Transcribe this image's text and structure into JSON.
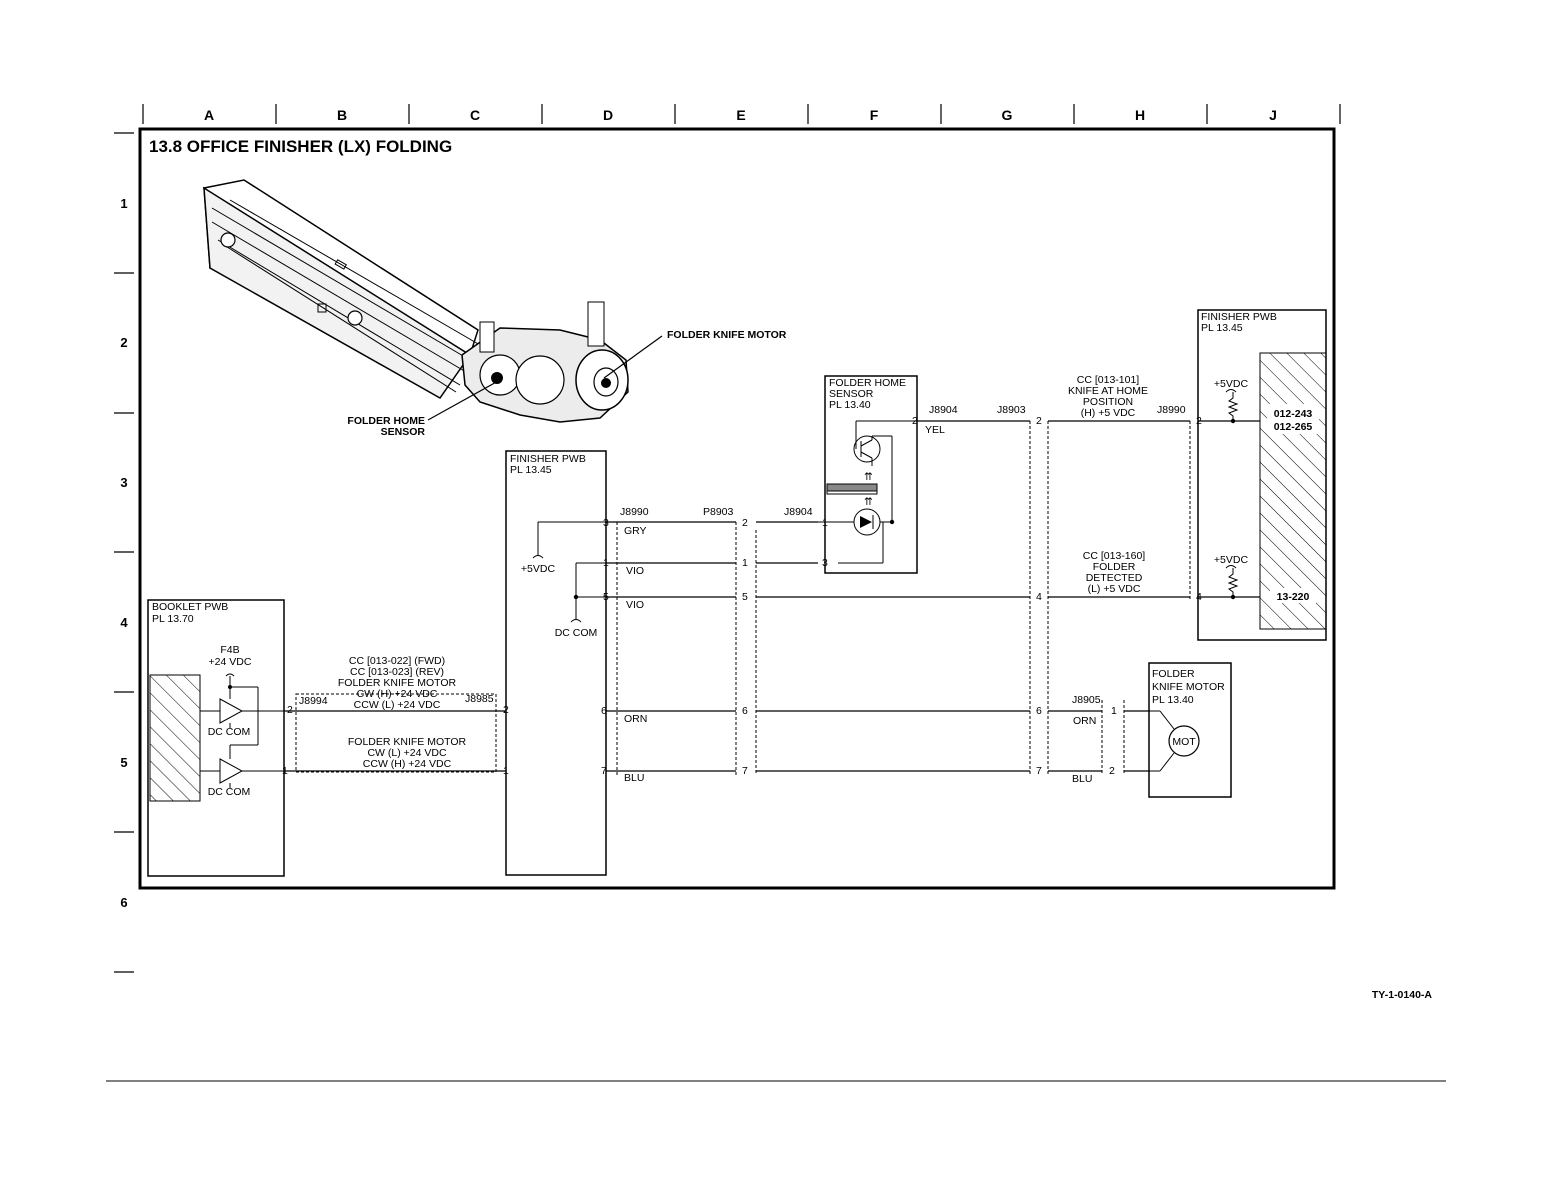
{
  "title": "13.8 OFFICE FINISHER (LX) FOLDING",
  "columns": [
    "A",
    "B",
    "C",
    "D",
    "E",
    "F",
    "G",
    "H",
    "J"
  ],
  "rows": [
    "1",
    "2",
    "3",
    "4",
    "5",
    "6"
  ],
  "footer_code": "TY-1-0140-A",
  "callouts": {
    "folder_knife_motor": "FOLDER KNIFE MOTOR",
    "folder_home_sensor_1": "FOLDER HOME",
    "folder_home_sensor_2": "SENSOR"
  },
  "booklet_pwb": {
    "name": "BOOKLET PWB",
    "pl": "PL 13.70",
    "f4b": "F4B",
    "v24": "+24 VDC",
    "dc_com_1": "DC COM",
    "dc_com_2": "DC COM"
  },
  "finisher_pwb_mid": {
    "name": "FINISHER PWB",
    "pl": "PL 13.45",
    "v5": "+5VDC",
    "dc_com": "DC COM"
  },
  "finisher_pwb_right": {
    "name": "FINISHER PWB",
    "pl": "PL 13.45",
    "v5_1": "+5VDC",
    "v5_2": "+5VDC",
    "code_1": "012-243",
    "code_2": "012-265",
    "code_3": "13-220"
  },
  "folder_home_sensor": {
    "name_1": "FOLDER HOME",
    "name_2": "SENSOR",
    "pl": "PL 13.40"
  },
  "folder_knife_motor": {
    "name_1": "FOLDER",
    "name_2": "KNIFE MOTOR",
    "pl": "PL 13.40",
    "mot": "MOT"
  },
  "connectors": {
    "j8994": "J8994",
    "j8985": "J8985",
    "j8990_mid": "J8990",
    "p8903": "P8903",
    "j8904_top": "J8904",
    "j8904": "J8904",
    "j8903": "J8903",
    "j8990_right": "J8990",
    "j8905": "J8905"
  },
  "wires": {
    "gry": "GRY",
    "vio_1": "VIO",
    "vio_2": "VIO",
    "orn_1": "ORN",
    "orn_2": "ORN",
    "blu_1": "BLU",
    "blu_2": "BLU",
    "yel": "YEL"
  },
  "notes": {
    "cc_fwd": "CC [013-022] (FWD)",
    "cc_rev": "CC [013-023] (REV)",
    "fkm": "FOLDER KNIFE MOTOR",
    "cw_h": "CW (H) +24 VDC",
    "ccw_l": "CCW (L) +24 VDC",
    "fkm2": "FOLDER KNIFE MOTOR",
    "cw_l": "CW (L) +24 VDC",
    "ccw_h": "CCW (H) +24 VDC",
    "cc101": "CC [013-101]",
    "knife_home": "KNIFE AT HOME",
    "position": "POSITION",
    "h5": "(H) +5 VDC",
    "cc160": "CC [013-160]",
    "folder": "FOLDER",
    "detected": "DETECTED",
    "l5": "(L) +5 VDC"
  },
  "pins": {
    "p2a": "2",
    "p1a": "1",
    "p2b": "2",
    "p1b": "1",
    "d3": "3",
    "d1": "1",
    "d5": "5",
    "d6": "6",
    "d7": "7",
    "e2": "2",
    "e1": "1",
    "e5": "5",
    "e6": "6",
    "e7": "7",
    "s2": "2",
    "s1": "1",
    "s3": "3",
    "g2": "2",
    "g4": "4",
    "g6": "6",
    "g7": "7",
    "j2": "2",
    "j4": "4",
    "m1": "1",
    "m2": "2"
  }
}
